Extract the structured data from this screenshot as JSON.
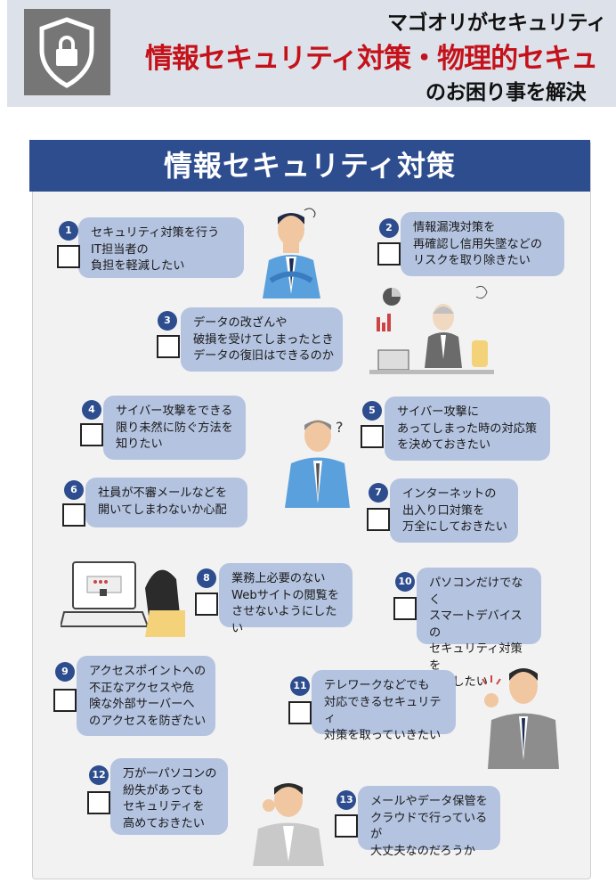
{
  "header": {
    "line1": "マゴオリがセキュリティ",
    "line2": "情報セキュリティ対策・物理的セキュ",
    "line3": "のお困り事を解決",
    "icon": "shield-lock-icon"
  },
  "panel": {
    "title": "情報セキュリティ対策"
  },
  "items": [
    {
      "number": "1",
      "text": "セキュリティ対策を行う\nIT担当者の\n負担を軽減したい"
    },
    {
      "number": "2",
      "text": "情報漏洩対策を\n再確認し信用失墜などの\nリスクを取り除きたい"
    },
    {
      "number": "3",
      "text": "データの改ざんや\n破損を受けてしまったとき\nデータの復旧はできるのか"
    },
    {
      "number": "4",
      "text": "サイバー攻撃をできる\n限り未然に防ぐ方法を\n知りたい"
    },
    {
      "number": "5",
      "text": "サイバー攻撃に\nあってしまった時の対応策\nを決めておきたい"
    },
    {
      "number": "6",
      "text": "社員が不審メールなどを\n開いてしまわないか心配"
    },
    {
      "number": "7",
      "text": "インターネットの\n出入り口対策を\n万全にしておきたい"
    },
    {
      "number": "8",
      "text": "業務上必要のない\nWebサイトの閲覧を\nさせないようにしたい"
    },
    {
      "number": "9",
      "text": "アクセスポイントへの\n不正なアクセスや危\n険な外部サーバーへ\nのアクセスを防ぎたい"
    },
    {
      "number": "10",
      "text": "パソコンだけでなく\nスマートデバイスの\nセキュリティ対策を\n強化したい"
    },
    {
      "number": "11",
      "text": "テレワークなどでも\n対応できるセキュリティ\n対策を取っていきたい"
    },
    {
      "number": "12",
      "text": "万が一パソコンの\n紛失があっても\nセキュリティを\n高めておきたい"
    },
    {
      "number": "13",
      "text": "メールやデータ保管を\nクラウドで行っているが\n大丈夫なのだろうか"
    }
  ],
  "colors": {
    "accent": "#2e4d8f",
    "bubble": "#b4c3e0",
    "headline_red": "#c5121a"
  }
}
